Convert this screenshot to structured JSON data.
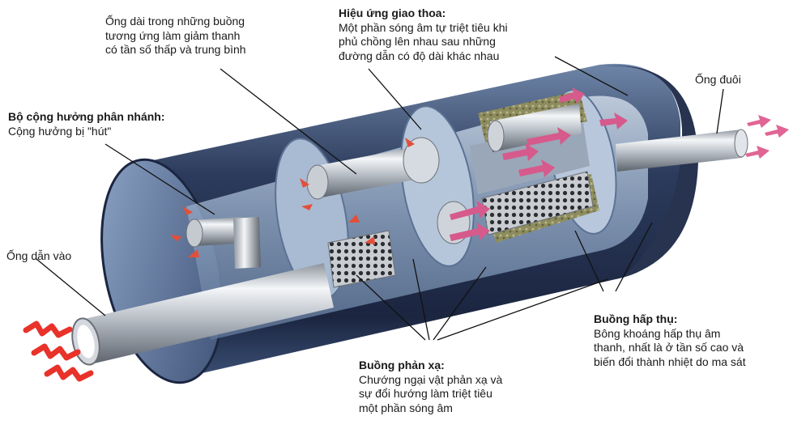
{
  "labels": {
    "long_tube": {
      "lines": [
        "Ống dài trong những buồng",
        "tương ứng làm giảm thanh",
        "có tần số thấp và trung bình"
      ]
    },
    "interference": {
      "title": "Hiệu ứng giao thoa:",
      "lines": [
        "Một phần sóng âm tự triệt tiêu khi",
        "phủ chồng lên nhau sau những",
        "đường dẫn có độ dài khác nhau"
      ]
    },
    "tail_pipe": {
      "text": "Ống đuôi"
    },
    "branch_resonator": {
      "title": "Bộ cộng hưởng phân nhánh:",
      "lines": [
        "Cộng hưởng bị \"hút\""
      ]
    },
    "inlet_pipe": {
      "text": "Ống dẫn vào"
    },
    "reflection_chamber": {
      "title": "Buồng phản xạ:",
      "lines": [
        "Chướng ngại vật phản xạ và",
        "sự đổi hướng làm triệt tiêu",
        "một phần sóng âm"
      ]
    },
    "absorption_chamber": {
      "title": "Buồng hấp thụ:",
      "lines": [
        "Bông khoáng hấp thụ âm",
        "thanh, nhất là ở tần số cao và",
        "biến đổi thành nhiệt do ma sát"
      ]
    }
  },
  "colors": {
    "shell_dark": "#1e2a44",
    "shell_light": "#9fb7d6",
    "pipe": "#d9dde3",
    "arrow_pink": "#d65a8c",
    "arrow_red": "#e8322a",
    "wool": "#9a9a6a"
  }
}
